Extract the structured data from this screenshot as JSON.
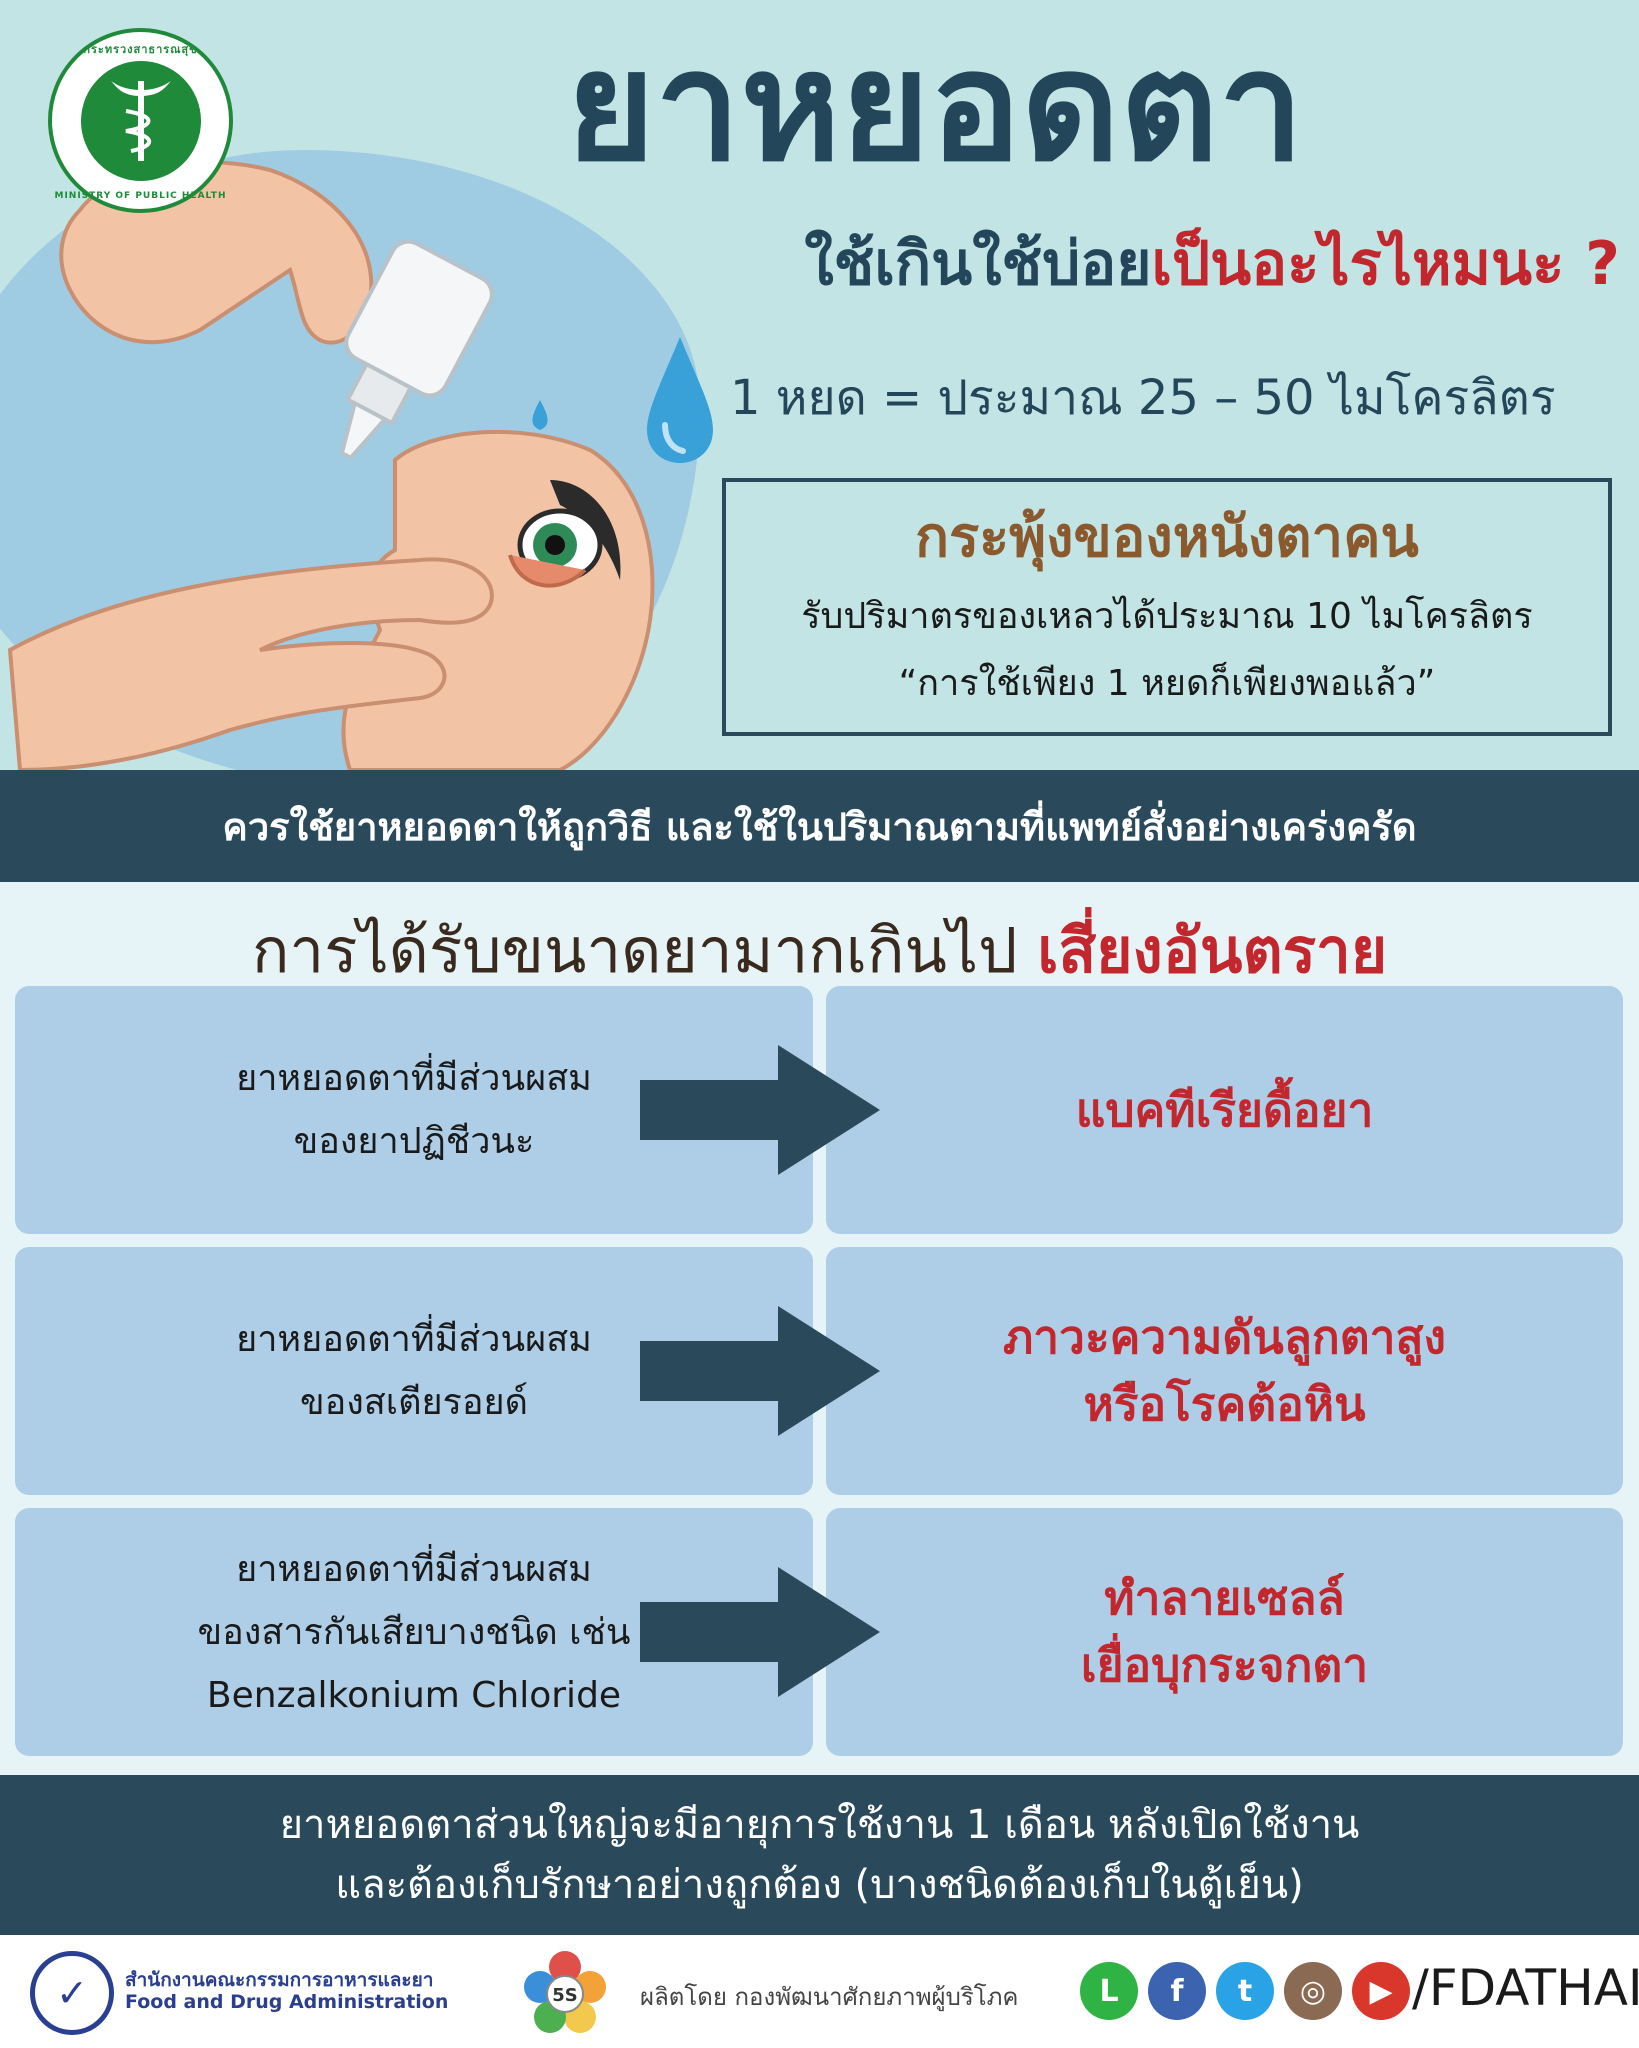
{
  "header": {
    "logo_text_top": "กระทรวงสาธารณสุข",
    "logo_text_bottom": "MINISTRY OF PUBLIC HEALTH",
    "title": "ยาหยอดตา",
    "subtitle_dark": "ใช้เกินใช้บ่อย",
    "subtitle_red": "เป็นอะไรไหมนะ ?",
    "drop_text": "1 หยด = ประมาณ 25 – 50 ไมโครลิตร"
  },
  "infobox": {
    "title": "กระพุ้งของหนังตาคน",
    "line1": "รับปริมาตรของเหลวได้ประมาณ 10 ไมโครลิตร",
    "line2": "“การใช้เพียง 1 หยดก็เพียงพอแล้ว”"
  },
  "band1": {
    "text": "ควรใช้ยาหยอดตาให้ถูกวิธี และใช้ในปริมาณตามที่แพทย์สั่งอย่างเคร่งครัด"
  },
  "risk": {
    "heading_dark": "การได้รับขนาดยามากเกินไป",
    "heading_red": "เสี่ยงอันตราย",
    "rows": [
      {
        "cause": [
          "ยาหยอดตาที่มีส่วนผสม",
          "ของยาปฏิชีวนะ"
        ],
        "effect": [
          "แบคทีเรียดื้อยา"
        ]
      },
      {
        "cause": [
          "ยาหยอดตาที่มีส่วนผสม",
          "ของสเตียรอยด์"
        ],
        "effect": [
          "ภาวะความดันลูกตาสูง",
          "หรือโรคต้อหิน"
        ]
      },
      {
        "cause": [
          "ยาหยอดตาที่มีส่วนผสม",
          "ของสารกันเสียบางชนิด เช่น",
          "Benzalkonium Chloride"
        ],
        "effect": [
          "ทำลายเซลล์",
          "เยื่อบุกระจกตา"
        ]
      }
    ]
  },
  "band2": {
    "line1": "ยาหยอดตาส่วนใหญ่จะมีอายุการใช้งาน 1 เดือน หลังเปิดใช้งาน",
    "line2": "และต้องเก็บรักษาอย่างถูกต้อง (บางชนิดต้องเก็บในตู้เย็น)"
  },
  "footer": {
    "org_th": "สำนักงานคณะกรรมการอาหารและยา",
    "org_en": "Food and Drug Administration",
    "fives_label": "5S",
    "producer": "ผลิตโดย กองพัฒนาศักยภาพผู้บริโภค",
    "social": [
      {
        "icon": "line-icon",
        "glyph": "L",
        "color": "#2fb345"
      },
      {
        "icon": "facebook-icon",
        "glyph": "f",
        "color": "#3b63b0"
      },
      {
        "icon": "twitter-icon",
        "glyph": "t",
        "color": "#2aa3e6"
      },
      {
        "icon": "instagram-icon",
        "glyph": "◎",
        "color": "#8a6a52"
      },
      {
        "icon": "youtube-icon",
        "glyph": "▶",
        "color": "#d9362c"
      }
    ],
    "handle": "/FDATHAI"
  },
  "colors": {
    "navy": "#2a4a5c",
    "title": "#24465a",
    "accent_red": "#c1272d",
    "cell_blue": "#aecde6",
    "bg_top": "#c2e4e4"
  }
}
